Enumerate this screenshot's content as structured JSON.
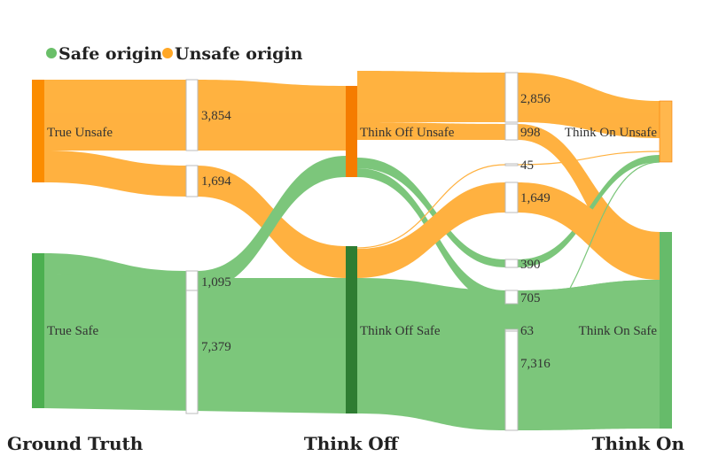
{
  "legend": {
    "items": [
      {
        "label": "Safe origin",
        "color": "#6abf69"
      },
      {
        "label": "Unsafe origin",
        "color": "#ffa726"
      }
    ]
  },
  "columns": [
    "Ground Truth",
    "Think Off",
    "Think On"
  ],
  "nodes": {
    "true_unsafe": "True Unsafe",
    "true_safe": "True Safe",
    "think_off_unsafe": "Think Off Unsafe",
    "think_off_safe": "Think Off Safe",
    "think_on_unsafe": "Think On Unsafe",
    "think_on_safe": "Think On Safe"
  },
  "flows": {
    "unsafe_unsafe_1": "3,854",
    "unsafe_safe_1": "1,694",
    "safe_unsafe_1": "1,095",
    "safe_safe_1": "7,379",
    "uu_uu": "2,856",
    "uu_us": "998",
    "us_uu": "45",
    "us_us": "1,649",
    "su_uu": "390",
    "su_us": "705",
    "ss_uu": "63",
    "ss_ss": "7,316"
  },
  "colors": {
    "safe_flow": "#6abf69",
    "unsafe_flow": "#ffa726",
    "unsafe_node": "#f57c00",
    "safe_node": "#43a047",
    "think_off_safe_node": "#2e7d32"
  }
}
